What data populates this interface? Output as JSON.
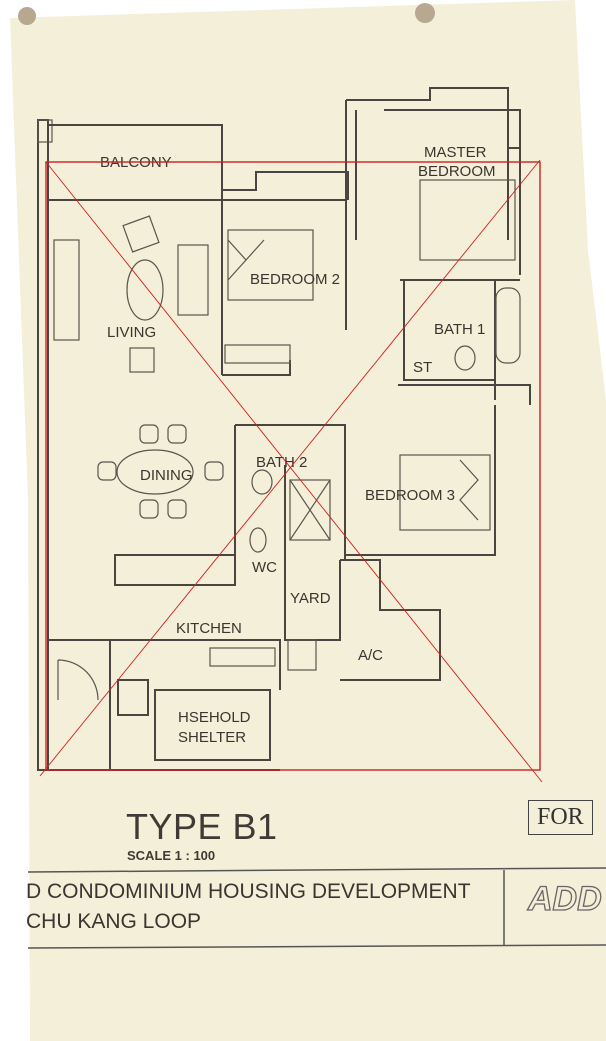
{
  "plan": {
    "rooms": {
      "balcony": "BALCONY",
      "master_bedroom_1": "MASTER",
      "master_bedroom_2": "BEDROOM",
      "bedroom2": "BEDROOM 2",
      "living": "LIVING",
      "bath1": "BATH 1",
      "st": "ST",
      "dining": "DINING",
      "bath2": "BATH 2",
      "bedroom3": "BEDROOM 3",
      "wc": "WC",
      "yard": "YARD",
      "kitchen": "KITCHEN",
      "ac": "A/C",
      "shelter_1": "HSEHOLD",
      "shelter_2": "SHELTER"
    },
    "markup_color": "#cc2222"
  },
  "title_block": {
    "unit_type": "TYPE B1",
    "scale": "SCALE 1 : 100",
    "project_line1": "D CONDOMINIUM HOUSING DEVELOPMENT",
    "project_line2": "CHU KANG LOOP",
    "stamp": "FOR",
    "logo": "ADD"
  }
}
